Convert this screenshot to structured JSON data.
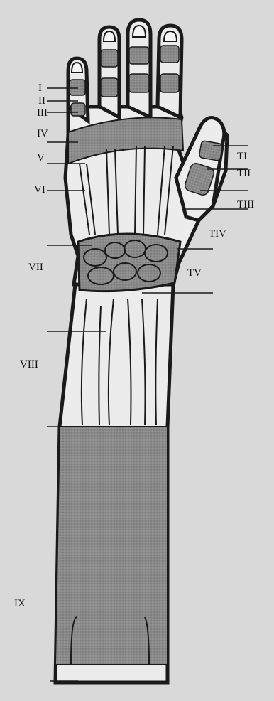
{
  "labels": {
    "zone_1": "I",
    "zone_2": "II",
    "zone_3": "III",
    "zone_4": "IV",
    "zone_5": "V",
    "zone_6": "VI",
    "zone_7": "VII",
    "zone_8": "VIII",
    "zone_9": "IX",
    "thumb_1": "TI",
    "thumb_2": "TII",
    "thumb_3": "TIII",
    "thumb_4": "TIV",
    "thumb_5": "TV"
  },
  "colors": {
    "background": "#d9d9d9",
    "hand_fill": "#ececec",
    "zone_fill": "#8a8a8a",
    "outline": "#1a1a1a"
  }
}
